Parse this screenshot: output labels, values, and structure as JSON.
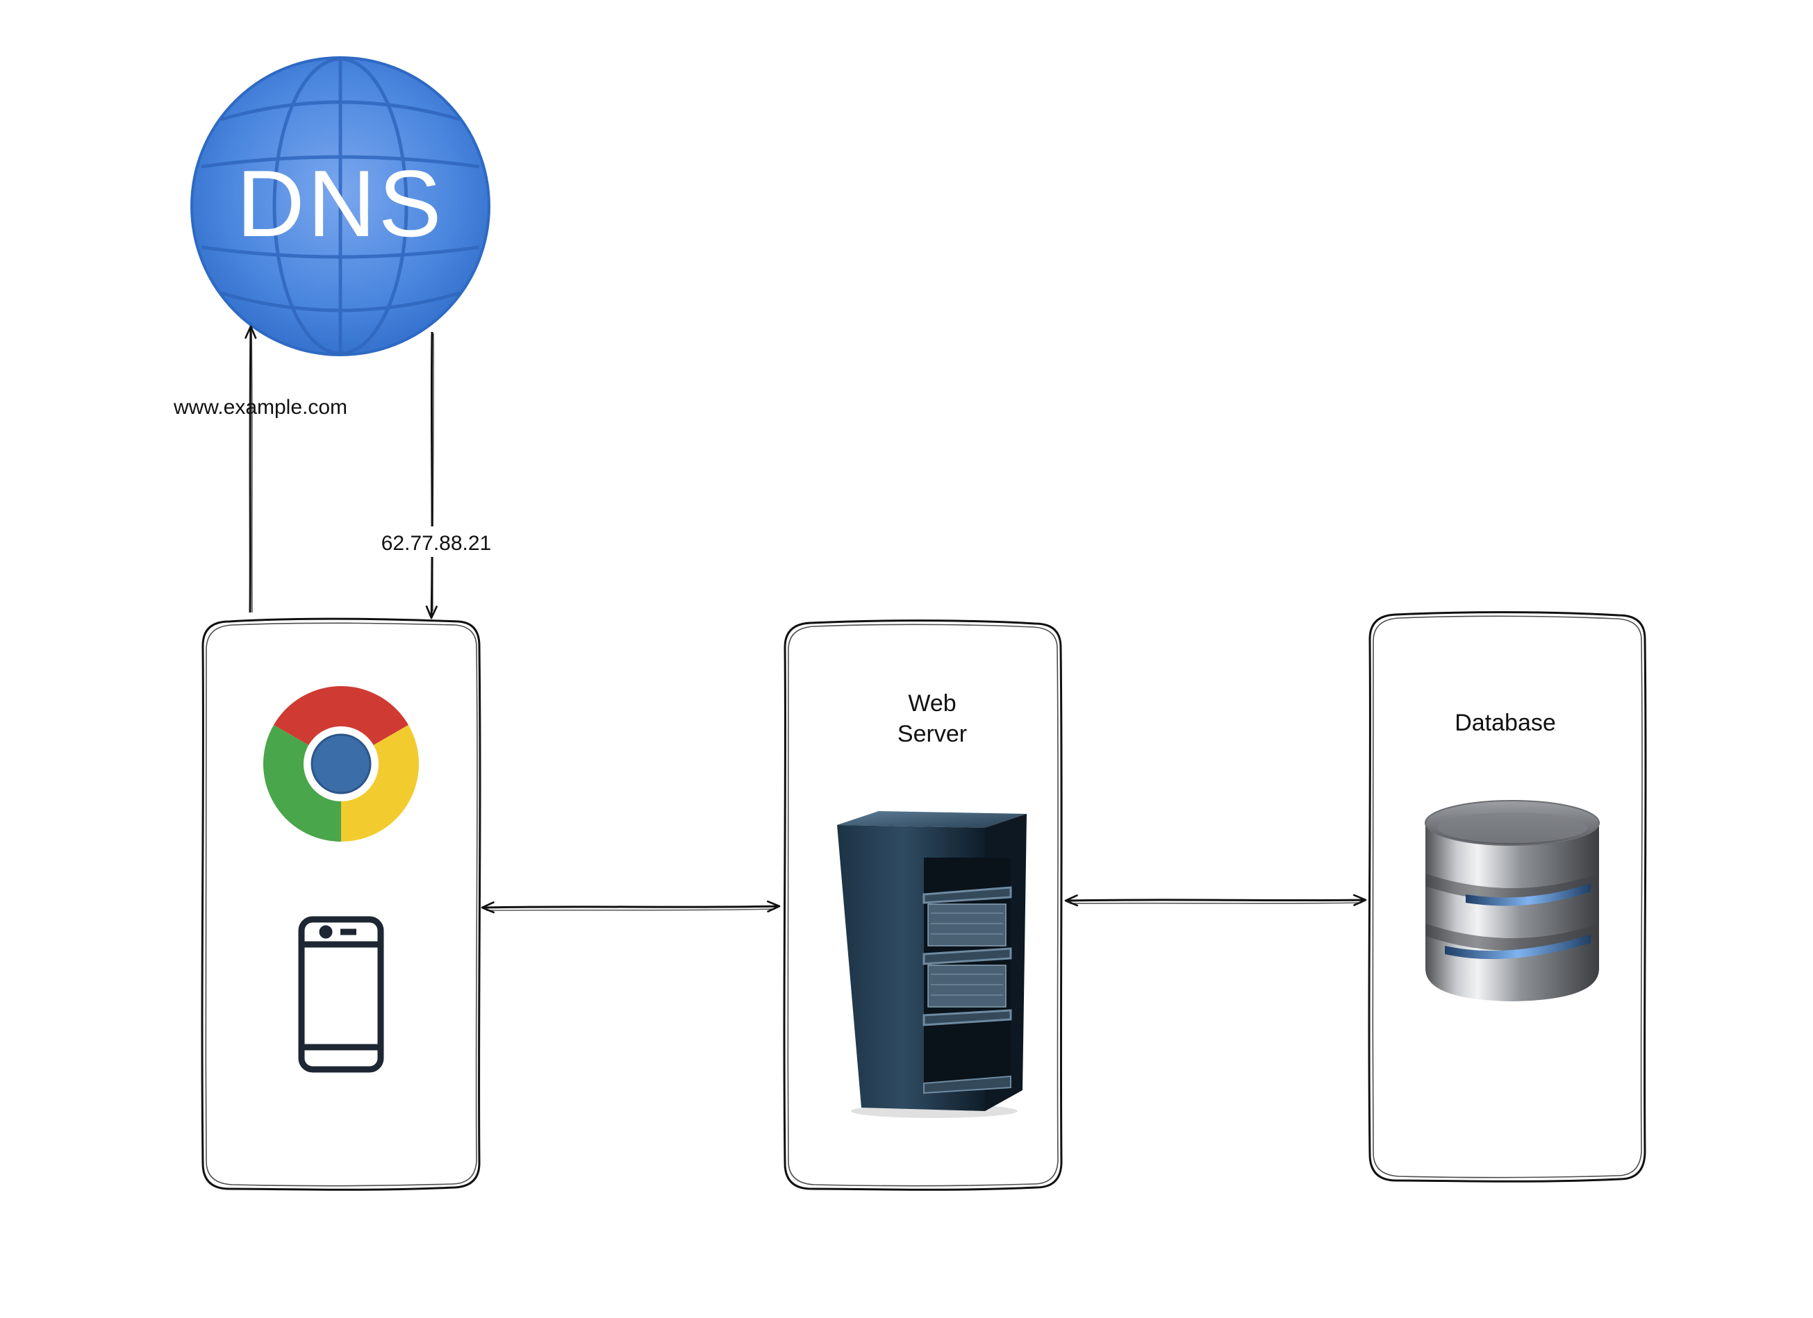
{
  "diagram": {
    "dns": {
      "text": "DNS",
      "icon": "dns-globe-icon",
      "color": "#3b78d6"
    },
    "edges": {
      "request_label": "www.example.com",
      "response_label": "62.77.88.21"
    },
    "client": {
      "browser_icon": "chrome-icon",
      "device_icon": "mobile-phone-icon"
    },
    "web_server": {
      "label_line1": "Web",
      "label_line2": "Server",
      "icon": "server-rack-icon"
    },
    "database": {
      "label": "Database",
      "icon": "database-icon"
    }
  }
}
